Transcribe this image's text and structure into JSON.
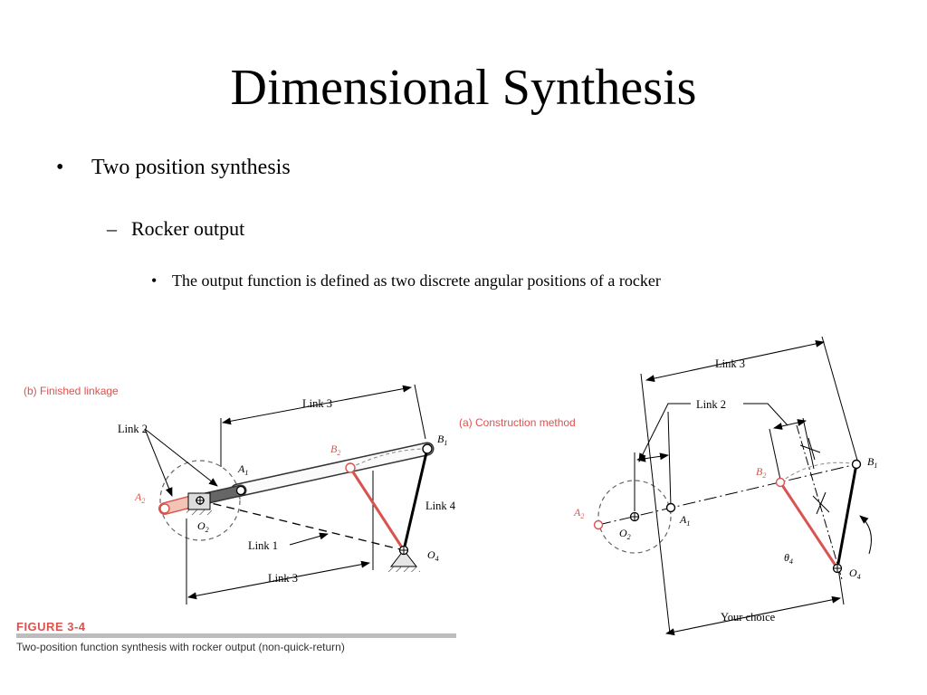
{
  "slide": {
    "title": "Dimensional Synthesis",
    "bullets": {
      "level1": "Two position synthesis",
      "level1_marker": "•",
      "level2": "Rocker output",
      "level2_marker": "–",
      "level3": "The output function is defined as two discrete angular positions of a rocker",
      "level3_marker": "•"
    }
  },
  "figure": {
    "number": "FIGURE 3-4",
    "caption": "Two-position function synthesis with rocker output (non-quick-return)",
    "left_panel": {
      "label": "(b)  Finished linkage",
      "link3_top": "Link 3",
      "link2": "Link 2",
      "link1": "Link 1",
      "link4": "Link 4",
      "link3_bottom": "Link 3",
      "pt_A1": "A",
      "pt_A1_sub": "1",
      "pt_A2": "A",
      "pt_A2_sub": "2",
      "pt_B1": "B",
      "pt_B1_sub": "1",
      "pt_B2": "B",
      "pt_B2_sub": "2",
      "pt_O2": "O",
      "pt_O2_sub": "2",
      "pt_O4": "O",
      "pt_O4_sub": "4"
    },
    "right_panel": {
      "label": "(a)  Construction method",
      "link3": "Link 3",
      "link2": "Link 2",
      "your_choice": "Your choice",
      "theta": "θ",
      "theta_sub": "4",
      "pt_A1": "A",
      "pt_A1_sub": "1",
      "pt_A2": "A",
      "pt_A2_sub": "2",
      "pt_B1": "B",
      "pt_B1_sub": "1",
      "pt_B2": "B",
      "pt_B2_sub": "2",
      "pt_O2": "O",
      "pt_O2_sub": "2",
      "pt_O4": "O",
      "pt_O4_sub": "4"
    },
    "colors": {
      "accent_red": "#d9534f",
      "link_gray": "#555555",
      "caption_bar": "#bdbdbd"
    }
  }
}
